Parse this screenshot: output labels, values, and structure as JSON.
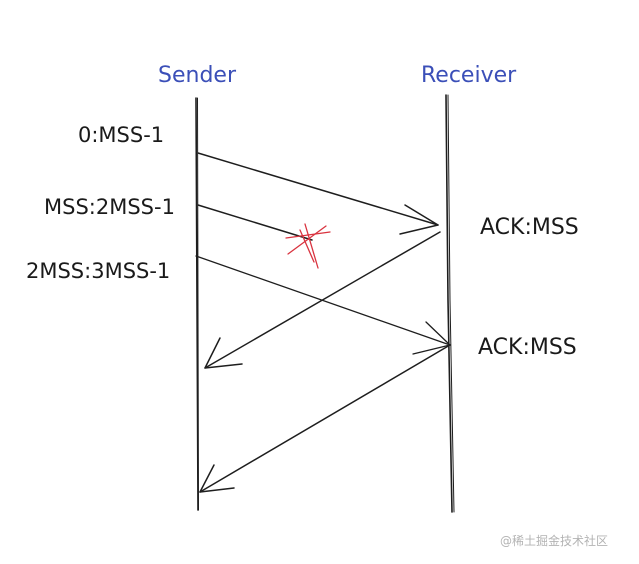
{
  "participants": {
    "sender": "Sender",
    "receiver": "Receiver"
  },
  "segments": [
    {
      "label": "0:MSS-1",
      "status": "delivered"
    },
    {
      "label": "MSS:2MSS-1",
      "status": "lost"
    },
    {
      "label": "2MSS:3MSS-1",
      "status": "delivered"
    }
  ],
  "acks": [
    {
      "label": "ACK:MSS"
    },
    {
      "label": "ACK:MSS"
    }
  ],
  "colors": {
    "title": "#3b4fb8",
    "line": "#1e1e1e",
    "loss_marker": "#d9333f"
  },
  "watermark": "@稀土掘金技术社区"
}
